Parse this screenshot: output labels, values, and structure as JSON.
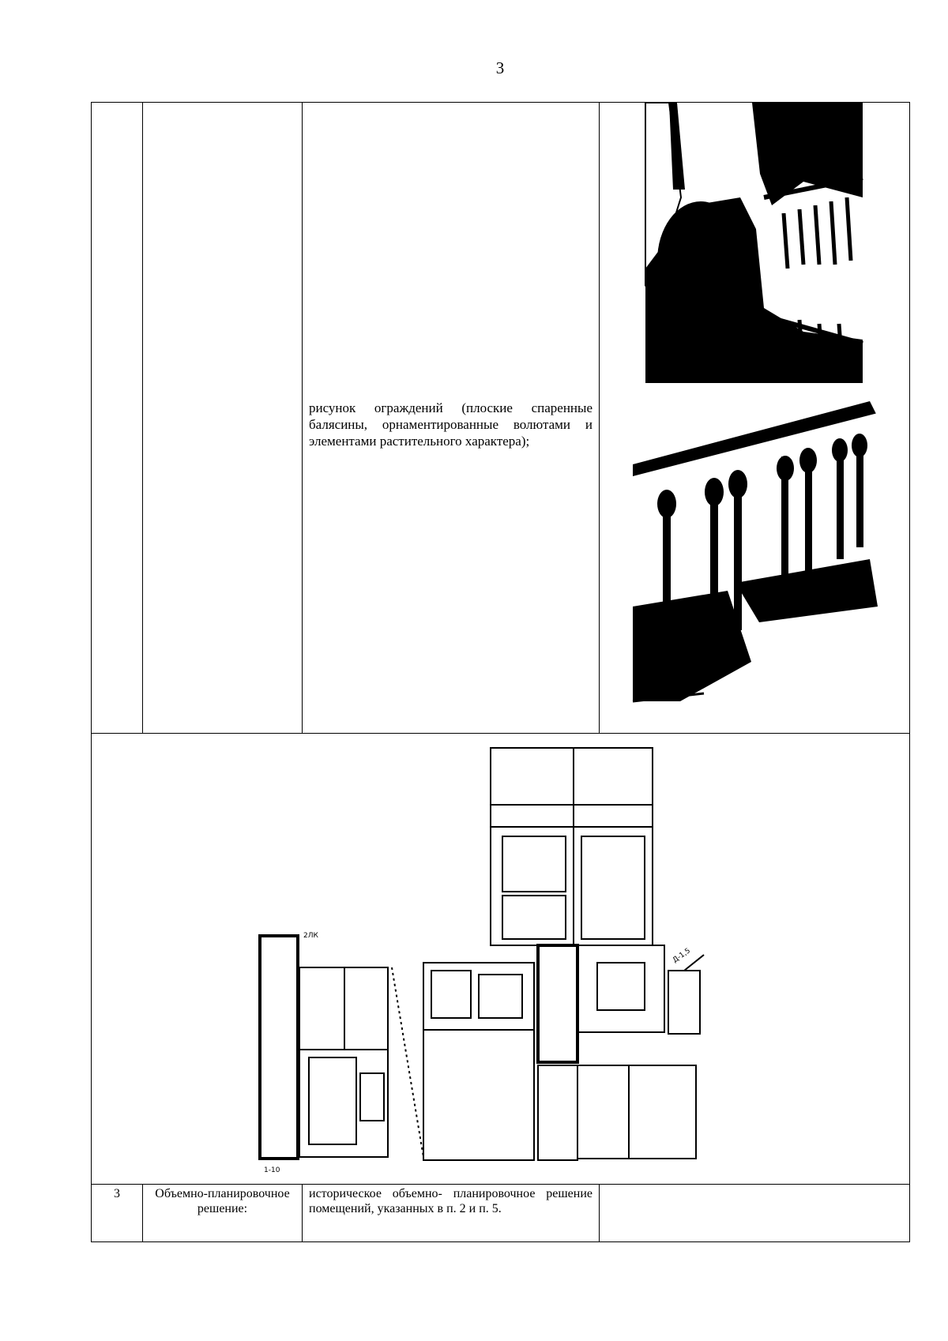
{
  "page_number": "3",
  "row_railings": {
    "description": "рисунок ограждений (плоские спаренные балясины, орнаментированные волютами и элементами растительного характера);",
    "photo_top": "staircase-railing-photo",
    "photo_bottom": "balusters-closeup-photo"
  },
  "floor_plan": {
    "label_top_left": "2ЛК",
    "label_bottom_left": "1-10",
    "label_corner": "Д-1,5"
  },
  "row3": {
    "num": "3",
    "name": "Объемно-планировочное решение:",
    "value": "историческое объемно- планировочное решение помещений, указанных в п. 2 и п. 5."
  }
}
